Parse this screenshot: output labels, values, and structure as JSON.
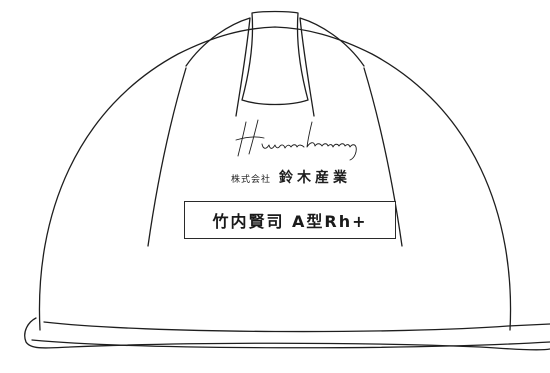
{
  "signature_text": "Human harmony",
  "company": {
    "prefix": "株式会社",
    "name": "鈴木産業"
  },
  "name_label": "竹内賢司 A型Rh+",
  "colors": {
    "background": "#ffffff",
    "outline": "#1e1e1e"
  }
}
